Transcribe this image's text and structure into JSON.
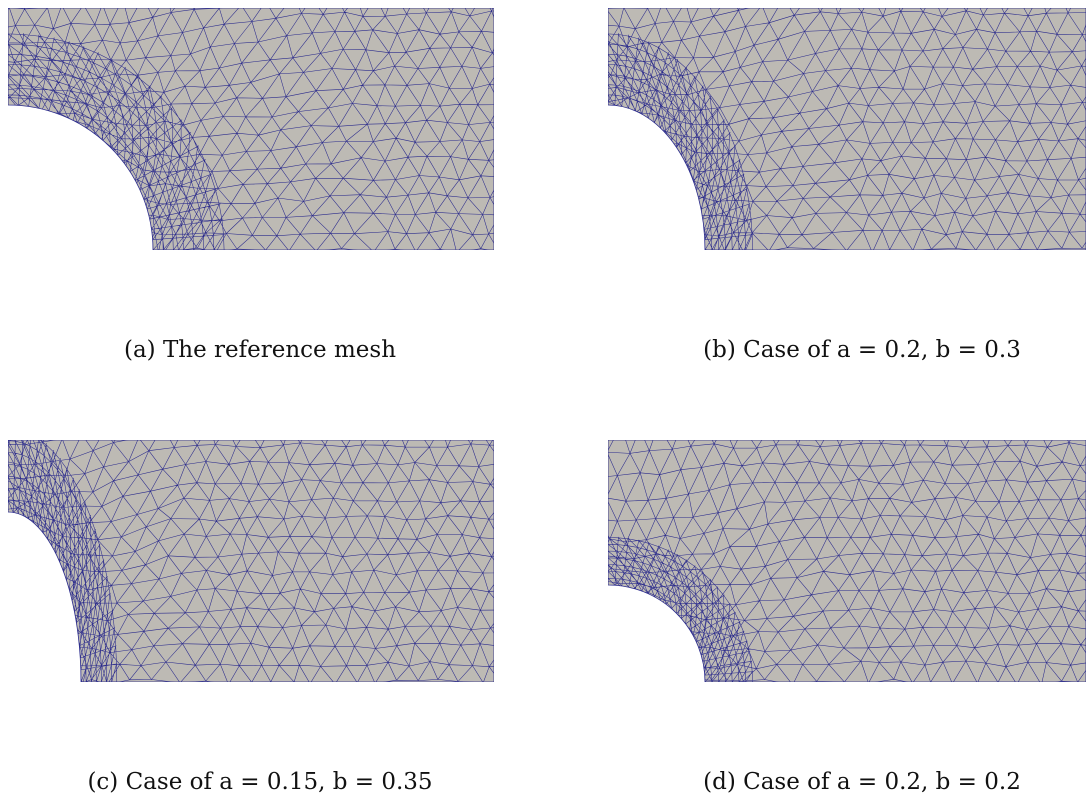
{
  "figure": {
    "colors": {
      "mesh_fill": "#bdbab4",
      "mesh_line": "#2a2a8c",
      "background": "#ffffff"
    },
    "panels": [
      {
        "id": "a",
        "label": "(a)",
        "caption": "The reference mesh",
        "hole_shape": "quarter-circle"
      },
      {
        "id": "b",
        "label": "(b)",
        "caption": "Case of a = 0.2, b = 0.3",
        "hole_shape": "quarter-ellipse"
      },
      {
        "id": "c",
        "label": "(c)",
        "caption": "Case of a = 0.15, b = 0.35",
        "hole_shape": "quarter-ellipse"
      },
      {
        "id": "d",
        "label": "(d)",
        "caption": "Case of a = 0.2, b = 0.2",
        "hole_shape": "quarter-ellipse"
      }
    ]
  }
}
